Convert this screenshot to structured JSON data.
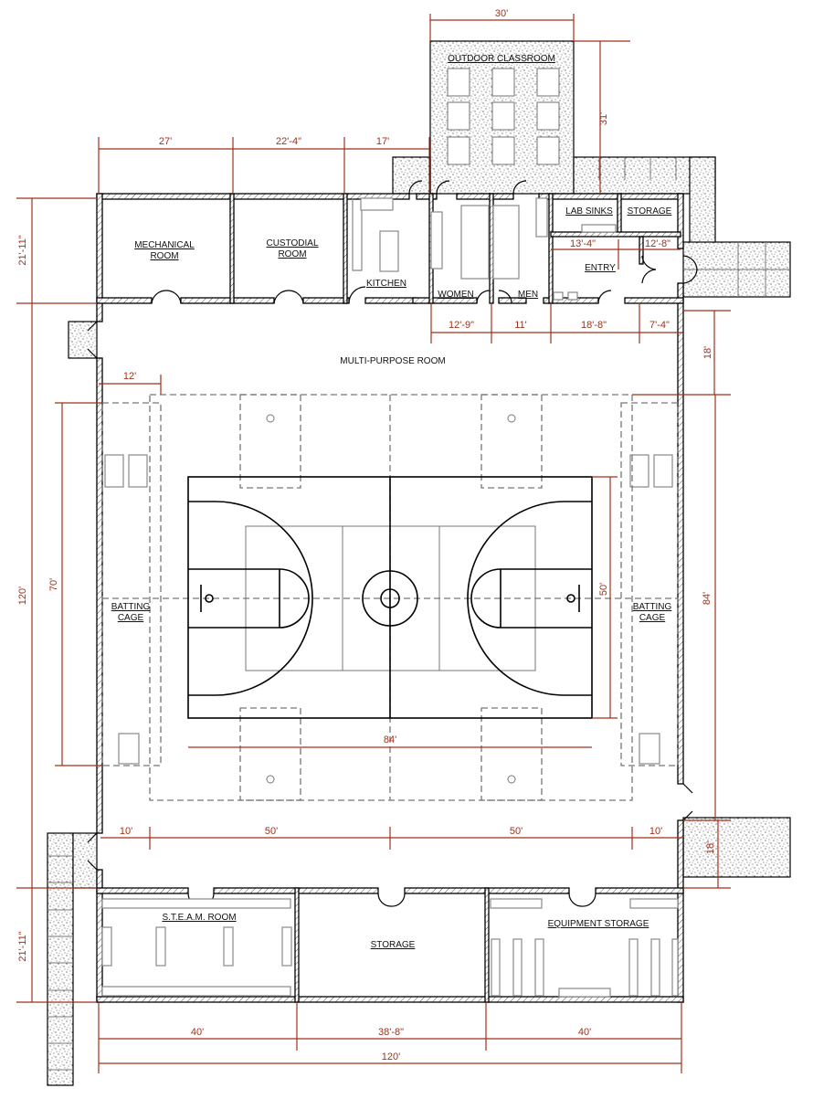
{
  "colors": {
    "dimension": "#a0321a",
    "wall": "#000000",
    "fixture": "#888888"
  },
  "rooms": {
    "outdoor_classroom": "OUTDOOR CLASSROOM",
    "mechanical_1": "MECHANICAL",
    "mechanical_2": "ROOM",
    "custodial_1": "CUSTODIAL",
    "custodial_2": "ROOM",
    "kitchen": "KITCHEN",
    "women": "WOMEN",
    "men": "MEN",
    "lab_sinks": "LAB SINKS",
    "storage_top": "STORAGE",
    "entry": "ENTRY",
    "multi_purpose": "MULTI-PURPOSE ROOM",
    "batting_left_1": "BATTING",
    "batting_left_2": "CAGE",
    "batting_right_1": "BATTING",
    "batting_right_2": "CAGE",
    "steam": "S.T.E.A.M. ROOM",
    "storage_bottom": "STORAGE",
    "equipment": "EQUIPMENT STORAGE"
  },
  "dimensions": {
    "classroom_width": "30'",
    "classroom_depth": "31'",
    "mech_width": "27'",
    "cust_width": "22'-4\"",
    "kitchen_width": "17'",
    "top_depth": "21'-11\"",
    "overall_depth": "120'",
    "cage_length": "70'",
    "cage_offset": "12'",
    "north_band": "18'",
    "court_side": "84'",
    "court_width": "50'",
    "court_length": "84'",
    "bay_10a": "10'",
    "bay_50a": "50'",
    "bay_50b": "50'",
    "bay_10b": "10'",
    "women_w": "12'-9\"",
    "men_w": "11'",
    "entry_w": "18'-8\"",
    "vest_w": "7'-4\"",
    "entry_a": "13'-4\"",
    "entry_b": "12'-8\"",
    "south_band": "18'",
    "bottom_depth": "21'-11\"",
    "steam_w": "40'",
    "storage_w": "38'-8\"",
    "equip_w": "40'",
    "overall_w": "120'"
  }
}
